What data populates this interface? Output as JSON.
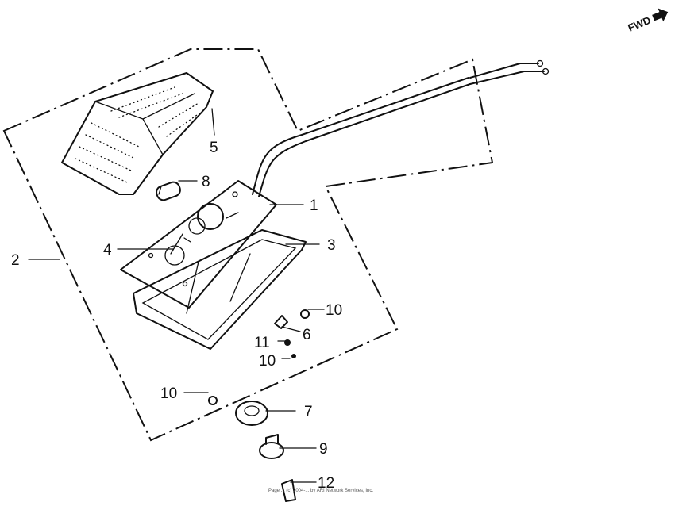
{
  "direction": {
    "text": "FWD",
    "icon": "forward-arrow-icon"
  },
  "callouts": [
    {
      "id": "1",
      "text": "1"
    },
    {
      "id": "2",
      "text": "2"
    },
    {
      "id": "3",
      "text": "3"
    },
    {
      "id": "4",
      "text": "4"
    },
    {
      "id": "5",
      "text": "5"
    },
    {
      "id": "6",
      "text": "6"
    },
    {
      "id": "7",
      "text": "7"
    },
    {
      "id": "8",
      "text": "8"
    },
    {
      "id": "9",
      "text": "9"
    },
    {
      "id": "10a",
      "text": "10"
    },
    {
      "id": "10b",
      "text": "10"
    },
    {
      "id": "10c",
      "text": "10"
    },
    {
      "id": "11",
      "text": "11"
    },
    {
      "id": "12",
      "text": "12"
    }
  ],
  "footer": {
    "text": "Page ... (c) 2004-... by ARI Network Services, Inc."
  }
}
